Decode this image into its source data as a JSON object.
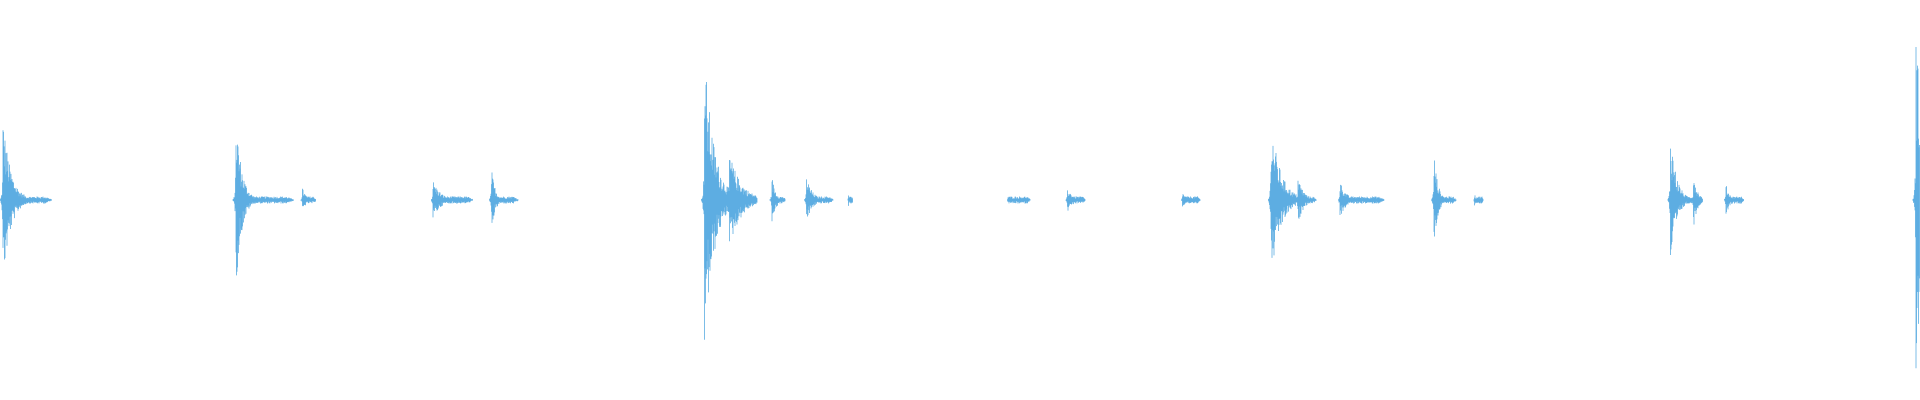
{
  "waveform": {
    "wave_color": "#5dade2",
    "background_color": "#ffffff",
    "bursts": [
      {
        "pos": 0.0015,
        "amp": 0.42,
        "decay": 0.004,
        "tail": 0.022
      },
      {
        "pos": 0.123,
        "amp": 0.44,
        "decay": 0.003,
        "tail": 0.026
      },
      {
        "pos": 0.1575,
        "amp": 0.06,
        "decay": 0.002,
        "tail": 0.006
      },
      {
        "pos": 0.2255,
        "amp": 0.1,
        "decay": 0.004,
        "tail": 0.018
      },
      {
        "pos": 0.256,
        "amp": 0.16,
        "decay": 0.002,
        "tail": 0.012
      },
      {
        "pos": 0.367,
        "amp": 0.75,
        "decay": 0.005,
        "tail": 0.02
      },
      {
        "pos": 0.38,
        "amp": 0.24,
        "decay": 0.006,
        "tail": 0.012
      },
      {
        "pos": 0.402,
        "amp": 0.12,
        "decay": 0.002,
        "tail": 0.006
      },
      {
        "pos": 0.42,
        "amp": 0.12,
        "decay": 0.003,
        "tail": 0.012
      },
      {
        "pos": 0.442,
        "amp": 0.03,
        "decay": 0.001,
        "tail": 0.002
      },
      {
        "pos": 0.525,
        "amp": 0.02,
        "decay": 0.001,
        "tail": 0.01
      },
      {
        "pos": 0.556,
        "amp": 0.06,
        "decay": 0.003,
        "tail": 0.008
      },
      {
        "pos": 0.616,
        "amp": 0.04,
        "decay": 0.002,
        "tail": 0.008
      },
      {
        "pos": 0.662,
        "amp": 0.4,
        "decay": 0.005,
        "tail": 0.018
      },
      {
        "pos": 0.676,
        "amp": 0.12,
        "decay": 0.003,
        "tail": 0.008
      },
      {
        "pos": 0.698,
        "amp": 0.1,
        "decay": 0.003,
        "tail": 0.02
      },
      {
        "pos": 0.747,
        "amp": 0.24,
        "decay": 0.002,
        "tail": 0.01
      },
      {
        "pos": 0.768,
        "amp": 0.03,
        "decay": 0.001,
        "tail": 0.004
      },
      {
        "pos": 0.87,
        "amp": 0.36,
        "decay": 0.003,
        "tail": 0.012
      },
      {
        "pos": 0.882,
        "amp": 0.14,
        "decay": 0.002,
        "tail": 0.004
      },
      {
        "pos": 0.899,
        "amp": 0.08,
        "decay": 0.002,
        "tail": 0.008
      },
      {
        "pos": 0.998,
        "amp": 0.88,
        "decay": 0.004,
        "tail": 0.006
      }
    ]
  }
}
